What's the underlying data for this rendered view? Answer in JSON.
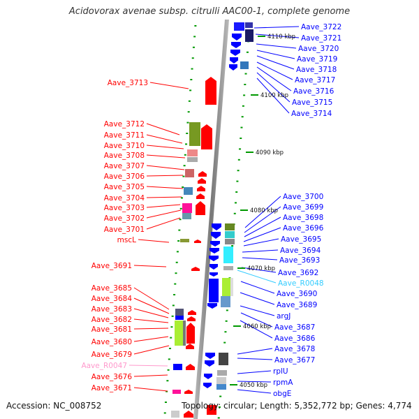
{
  "title": "Acidovorax avenae subsp. citrulli AAC00-1, complete genome",
  "footer": {
    "accession": "Accession: NC_008752",
    "topology": "Topology: circular; Length: 5,352,772 bp; Genes: 4,774"
  },
  "colors": {
    "forward_gene": "#ff0000",
    "reverse_gene": "#0000ff",
    "rna_gene_label": "#33ccff",
    "pseudo_label": "#ff99cc",
    "backbone": "#888888",
    "tick": "#009900"
  },
  "kbp_marks": [
    "4110 kbp",
    "4100 kbp",
    "4090 kbp",
    "4080 kbp",
    "4070 kbp",
    "4060 kbp",
    "4050 kbp"
  ],
  "left_labels": [
    {
      "text": "Aave_3713",
      "color": "#ff0000"
    },
    {
      "text": "Aave_3712",
      "color": "#ff0000"
    },
    {
      "text": "Aave_3711",
      "color": "#ff0000"
    },
    {
      "text": "Aave_3710",
      "color": "#ff0000"
    },
    {
      "text": "Aave_3708",
      "color": "#ff0000"
    },
    {
      "text": "Aave_3707",
      "color": "#ff0000"
    },
    {
      "text": "Aave_3706",
      "color": "#ff0000"
    },
    {
      "text": "Aave_3705",
      "color": "#ff0000"
    },
    {
      "text": "Aave_3704",
      "color": "#ff0000"
    },
    {
      "text": "Aave_3703",
      "color": "#ff0000"
    },
    {
      "text": "Aave_3702",
      "color": "#ff0000"
    },
    {
      "text": "Aave_3701",
      "color": "#ff0000"
    },
    {
      "text": "mscL",
      "color": "#ff0000"
    },
    {
      "text": "Aave_3691",
      "color": "#ff0000"
    },
    {
      "text": "Aave_3685",
      "color": "#ff0000"
    },
    {
      "text": "Aave_3684",
      "color": "#ff0000"
    },
    {
      "text": "Aave_3683",
      "color": "#ff0000"
    },
    {
      "text": "Aave_3682",
      "color": "#ff0000"
    },
    {
      "text": "Aave_3681",
      "color": "#ff0000"
    },
    {
      "text": "Aave_3680",
      "color": "#ff0000"
    },
    {
      "text": "Aave_3679",
      "color": "#ff0000"
    },
    {
      "text": "Aave_R0047",
      "color": "#ff99cc"
    },
    {
      "text": "Aave_3676",
      "color": "#ff0000"
    },
    {
      "text": "Aave_3671",
      "color": "#ff0000"
    }
  ],
  "right_labels": [
    {
      "text": "Aave_3722",
      "color": "#0000ff"
    },
    {
      "text": "Aave_3721",
      "color": "#0000ff"
    },
    {
      "text": "Aave_3720",
      "color": "#0000ff"
    },
    {
      "text": "Aave_3719",
      "color": "#0000ff"
    },
    {
      "text": "Aave_3718",
      "color": "#0000ff"
    },
    {
      "text": "Aave_3717",
      "color": "#0000ff"
    },
    {
      "text": "Aave_3716",
      "color": "#0000ff"
    },
    {
      "text": "Aave_3715",
      "color": "#0000ff"
    },
    {
      "text": "Aave_3714",
      "color": "#0000ff"
    },
    {
      "text": "Aave_3700",
      "color": "#0000ff"
    },
    {
      "text": "Aave_3699",
      "color": "#0000ff"
    },
    {
      "text": "Aave_3698",
      "color": "#0000ff"
    },
    {
      "text": "Aave_3696",
      "color": "#0000ff"
    },
    {
      "text": "Aave_3695",
      "color": "#0000ff"
    },
    {
      "text": "Aave_3694",
      "color": "#0000ff"
    },
    {
      "text": "Aave_3693",
      "color": "#0000ff"
    },
    {
      "text": "Aave_3692",
      "color": "#0000ff"
    },
    {
      "text": "Aave_R0048",
      "color": "#33ccff"
    },
    {
      "text": "Aave_3690",
      "color": "#0000ff"
    },
    {
      "text": "Aave_3689",
      "color": "#0000ff"
    },
    {
      "text": "argJ",
      "color": "#0000ff"
    },
    {
      "text": "Aave_3687",
      "color": "#0000ff"
    },
    {
      "text": "Aave_3686",
      "color": "#0000ff"
    },
    {
      "text": "Aave_3678",
      "color": "#0000ff"
    },
    {
      "text": "Aave_3677",
      "color": "#0000ff"
    },
    {
      "text": "rplU",
      "color": "#0000ff"
    },
    {
      "text": "rpmA",
      "color": "#0000ff"
    },
    {
      "text": "obgE",
      "color": "#0000ff"
    }
  ]
}
